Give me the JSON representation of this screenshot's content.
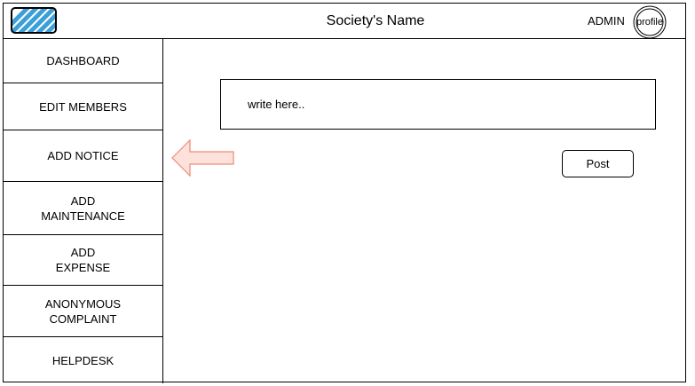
{
  "header": {
    "logo_icon": "striped-logo-icon",
    "title": "Society's Name",
    "admin_label": "ADMIN",
    "profile_label": "profile",
    "logo_color": "#3b9fd8"
  },
  "sidebar": {
    "items": [
      {
        "label": "DASHBOARD"
      },
      {
        "label": "EDIT MEMBERS"
      },
      {
        "label": "ADD NOTICE"
      },
      {
        "label": "ADD\nMAINTENANCE"
      },
      {
        "label": "ADD\nEXPENSE"
      },
      {
        "label": "ANONYMOUS\nCOMPLAINT"
      },
      {
        "label": "HELPDESK"
      }
    ]
  },
  "main": {
    "notice_placeholder": "write here..",
    "post_label": "Post",
    "pointer_icon": "left-arrow-icon",
    "pointer_color": "#f8cecc"
  }
}
